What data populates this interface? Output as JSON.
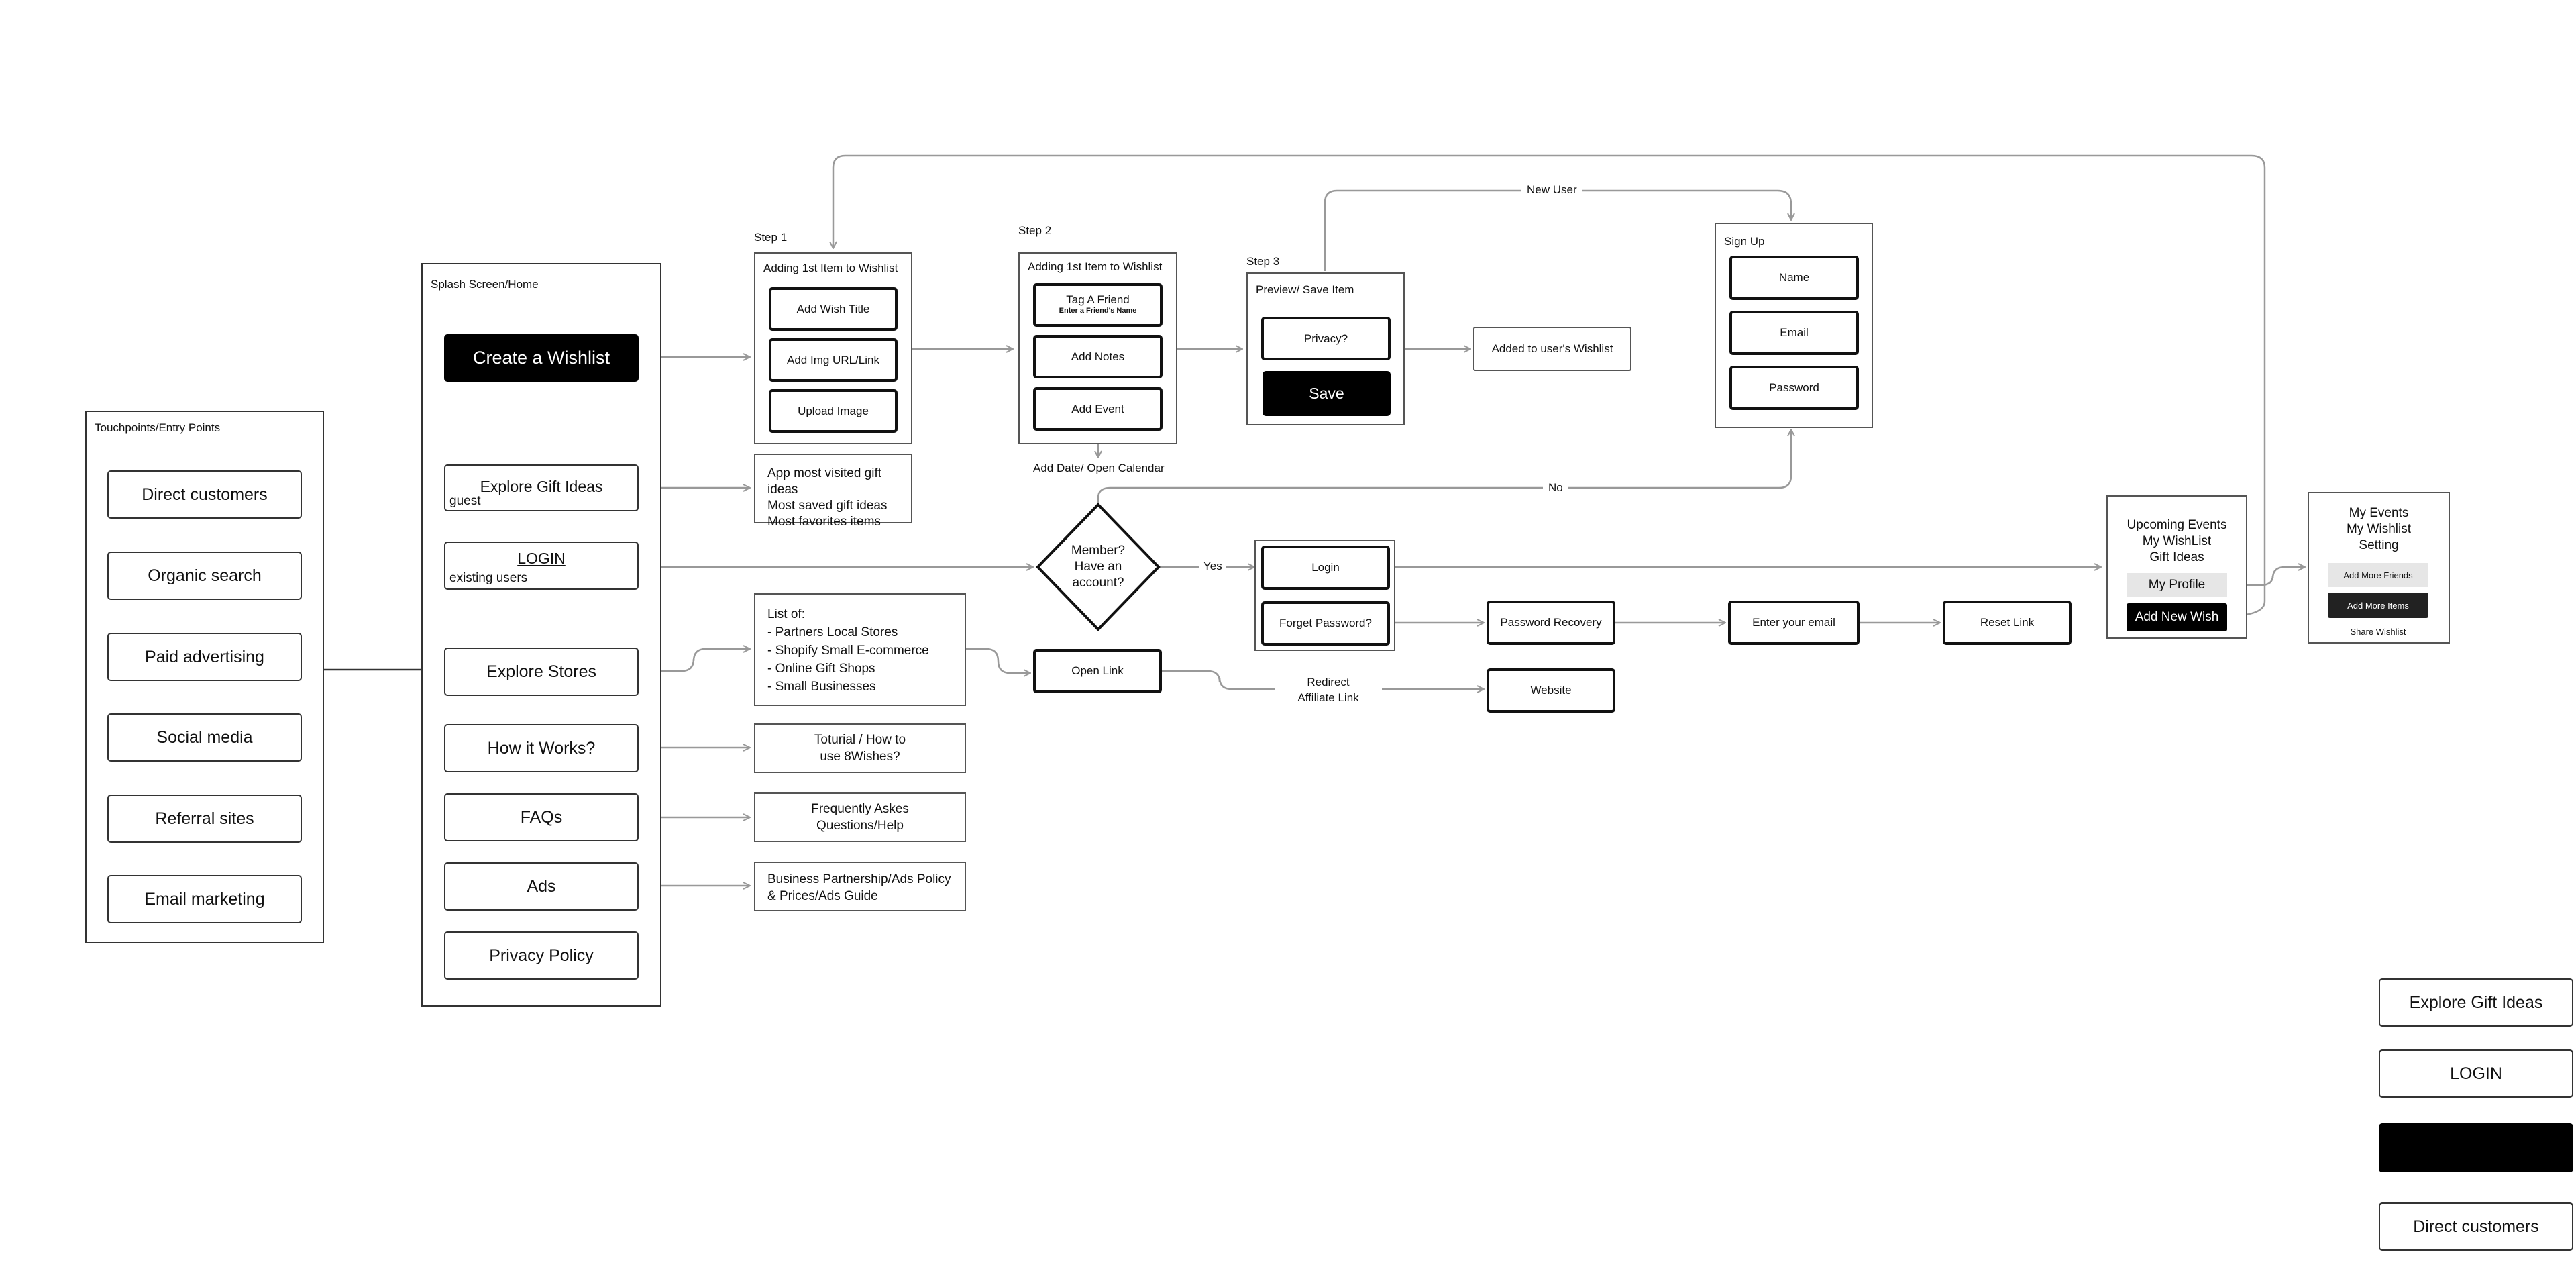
{
  "touchpoints": {
    "title": "Touchpoints/Entry Points",
    "items": [
      "Direct customers",
      "Organic search",
      "Paid advertising",
      "Social media",
      "Referral sites",
      "Email marketing"
    ]
  },
  "home": {
    "title": "Splash Screen/Home",
    "create": "Create a Wishlist",
    "explore_gift": "Explore Gift Ideas",
    "guest": "guest",
    "login": "LOGIN",
    "existing": "existing users",
    "explore_stores": "Explore Stores",
    "how": "How it Works?",
    "faqs": "FAQs",
    "ads": "Ads",
    "privacy": "Privacy Policy"
  },
  "step1": {
    "label": "Step 1",
    "title": "Adding 1st Item to Wishlist",
    "buttons": [
      "Add Wish Title",
      "Add Img URL/Link",
      "Upload Image"
    ]
  },
  "step2": {
    "label": "Step 2",
    "title": "Adding 1st Item to Wishlist",
    "tag": "Tag A Friend",
    "tag_sub": "Enter a Friend's Name",
    "notes": "Add Notes",
    "event": "Add Event",
    "calendar": "Add Date/ Open Calendar"
  },
  "step3": {
    "label": "Step 3",
    "title": "Preview/ Save Item",
    "privacy": "Privacy?",
    "save": "Save"
  },
  "added": "Added to user's Wishlist",
  "signup": {
    "title": "Sign Up",
    "fields": [
      "Name",
      "Email",
      "Password"
    ]
  },
  "edges": {
    "new_user": "New User",
    "no": "No",
    "yes": "Yes",
    "redirect": "Redirect",
    "affiliate": "Affiliate Link"
  },
  "gift_info": [
    "App most visited gift ideas",
    "Most saved gift ideas",
    "Most favorites items"
  ],
  "decision": [
    "Member?",
    "Have an",
    "account?"
  ],
  "stores_list": [
    "List of:",
    "- Partners Local Stores",
    "- Shopify Small E-commerce",
    "- Online Gift Shops",
    "- Small Businesses"
  ],
  "how_info": [
    "Toturial / How to",
    "use 8Wishes?"
  ],
  "faq_info": [
    "Frequently Askes",
    "Questions/Help"
  ],
  "ads_info": [
    "Business Partnership/Ads Policy",
    "& Prices/Ads Guide"
  ],
  "login_box": {
    "login": "Login",
    "forgot": "Forget Password?"
  },
  "open_link": "Open Link",
  "website": "Website",
  "password_recovery": "Password Recovery",
  "enter_email": "Enter your email",
  "reset_link": "Reset Link",
  "dashboard": {
    "lines": [
      "Upcoming Events",
      "My WishList",
      "Gift Ideas"
    ],
    "profile": "My Profile",
    "add_wish": "Add New Wish"
  },
  "menu": {
    "lines": [
      "My Events",
      "My Wishlist",
      "Setting"
    ],
    "add_friends": "Add More Friends",
    "add_items": "Add More Items",
    "share": "Share Wishlist"
  },
  "legend": [
    "Explore Gift Ideas",
    "LOGIN",
    "",
    "Direct customers"
  ],
  "colors": {
    "line": "#999999",
    "border": "#333333",
    "black": "#000000",
    "gray": "#e6e6e6"
  }
}
